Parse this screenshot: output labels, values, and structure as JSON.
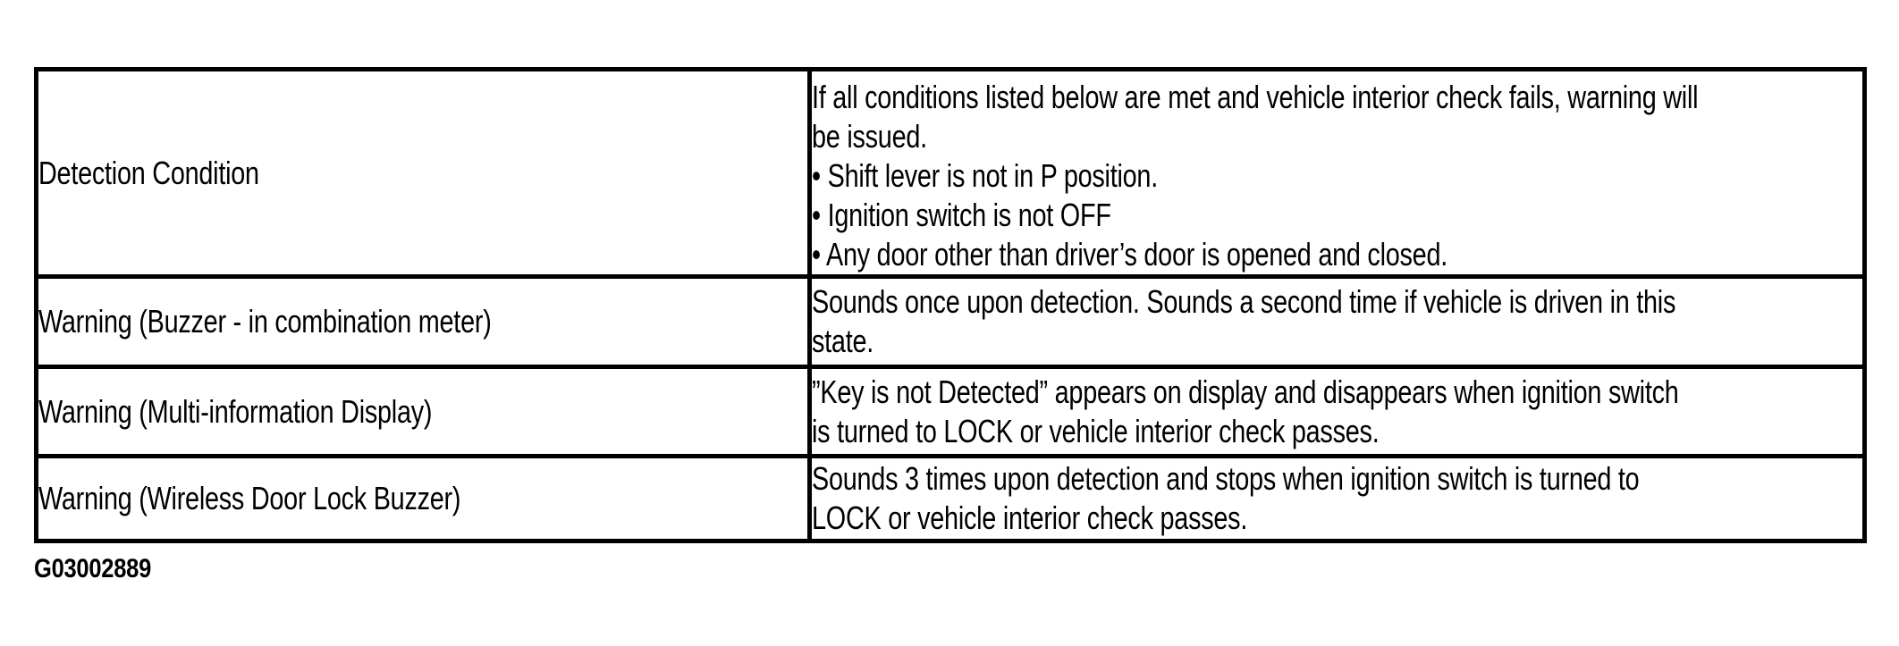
{
  "page": {
    "background_color": "#ffffff",
    "text_color": "#000000",
    "figure_code": "G03002889"
  },
  "table": {
    "border_color": "#000000",
    "rows": [
      {
        "label": "Detection Condition",
        "lines": [
          "If all conditions listed below are met and vehicle interior check fails, warning will",
          "be issued.",
          "• Shift lever is not in P position.",
          "• Ignition switch is not OFF",
          "• Any door other than driver’s door is opened and closed."
        ]
      },
      {
        "label": "Warning (Buzzer - in combination meter)",
        "lines": [
          "Sounds once upon detection. Sounds a second time if vehicle is driven in this",
          "state."
        ]
      },
      {
        "label": "Warning (Multi-information Display)",
        "lines": [
          "”Key is not Detected” appears on display and disappears when ignition switch",
          "is turned to LOCK or vehicle interior check passes."
        ]
      },
      {
        "label": "Warning (Wireless Door Lock Buzzer)",
        "lines": [
          "Sounds 3 times upon detection and stops when ignition switch is turned to",
          "LOCK or vehicle interior check passes."
        ]
      }
    ]
  }
}
